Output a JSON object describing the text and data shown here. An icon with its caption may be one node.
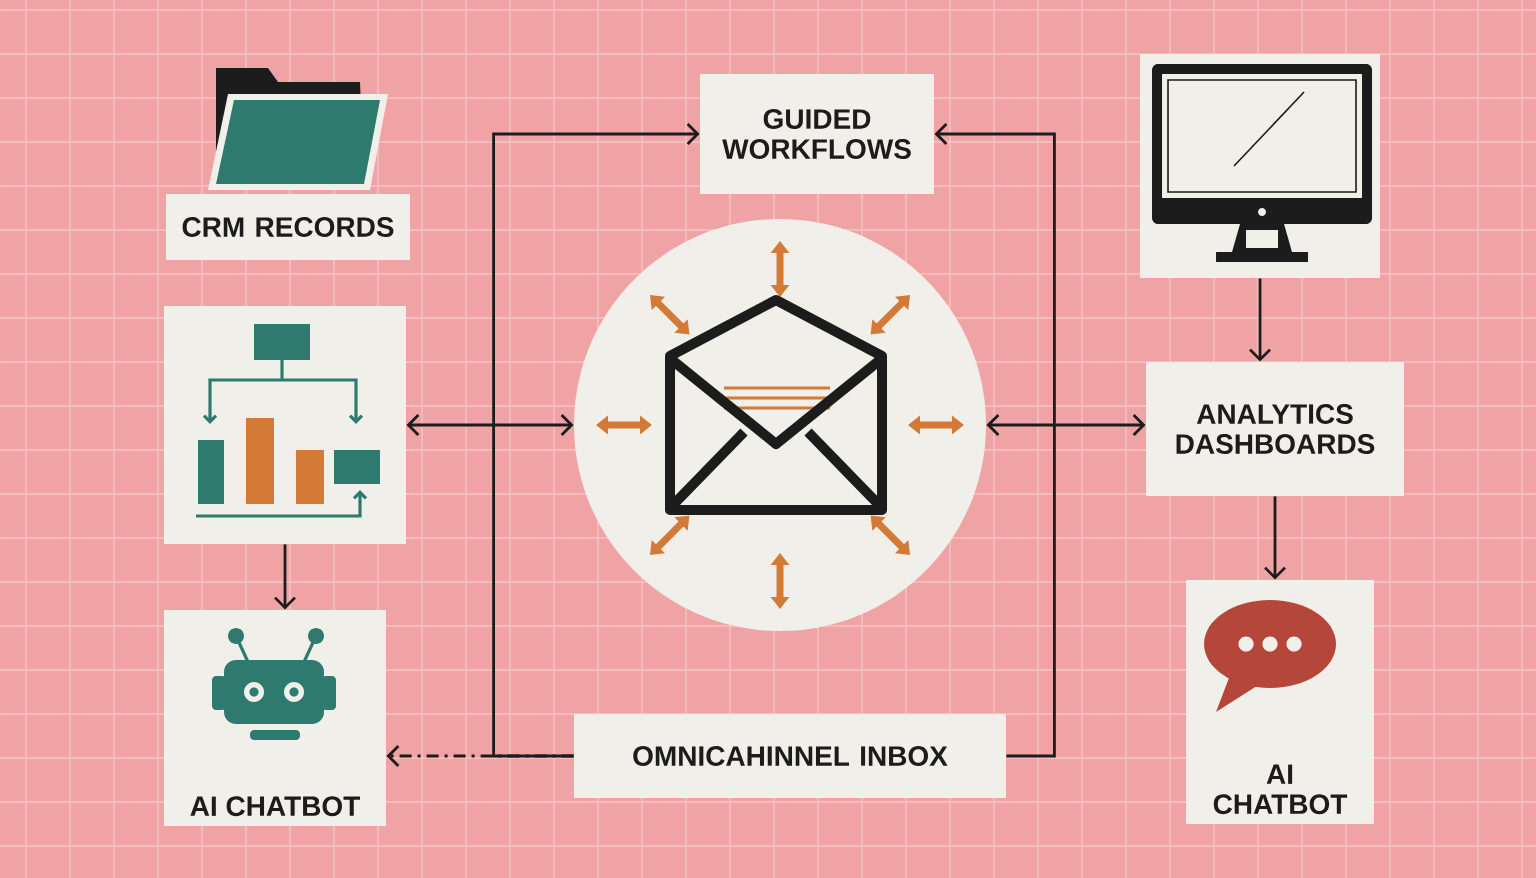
{
  "diagram": {
    "nodes": [
      {
        "text": [
          "CRM RECORDS"
        ]
      },
      {
        "text": [],
        "shape": "picture"
      },
      {
        "text": [
          "AI CHATBOT"
        ]
      },
      {
        "text": [
          "GUIDED WORKFLOWS"
        ]
      },
      {
        "text": [],
        "shape": "picture"
      },
      {
        "text": [
          "OMNICAHINNEL INBOX"
        ]
      },
      {
        "text": [],
        "shape": "picture"
      },
      {
        "text": [
          "ANALYTICS DASHBOARDS"
        ]
      },
      {
        "text": [
          "AI CHATBOT"
        ]
      }
    ],
    "edges": [
      {
        "from": 1,
        "to": 2,
        "arrow": "to"
      },
      {
        "from": 1,
        "to": 4,
        "arrow": "both"
      },
      {
        "from": 4,
        "to": 7,
        "arrow": "both"
      },
      {
        "from": 6,
        "to": 7,
        "arrow": "to"
      },
      {
        "from": 7,
        "to": 8,
        "arrow": "to"
      },
      {
        "from": 5,
        "to": 3,
        "arrow": "to"
      },
      {
        "from": 5,
        "to": 3,
        "arrow": "to"
      },
      {
        "from": 5,
        "to": 2,
        "arrow": "to",
        "style": "dashed"
      }
    ]
  }
}
